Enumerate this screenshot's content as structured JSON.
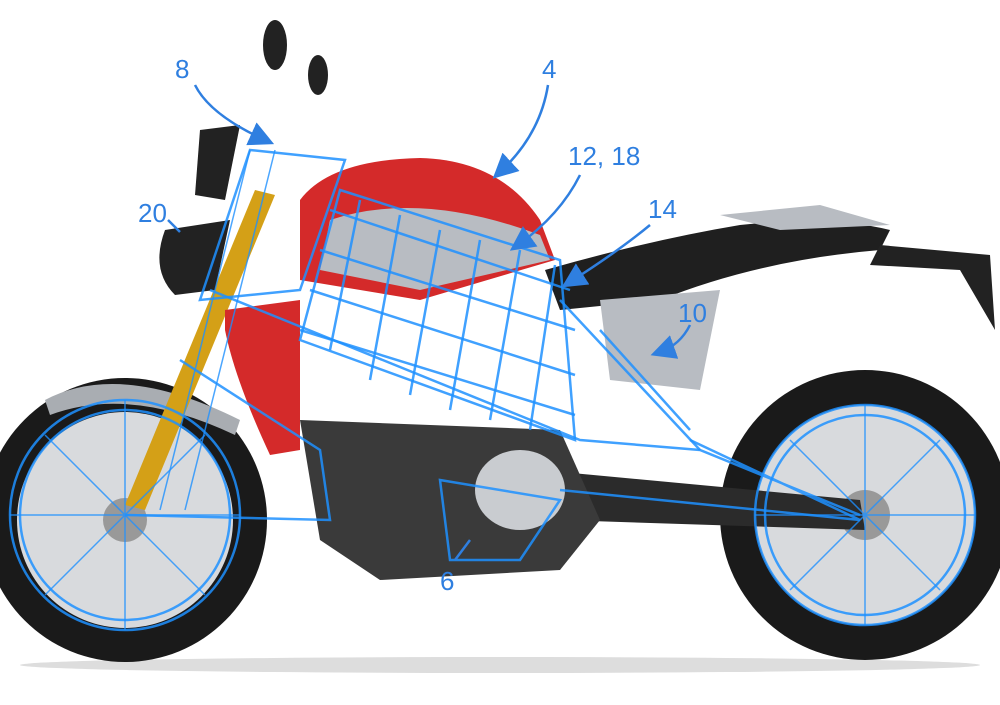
{
  "figure": {
    "labels": {
      "l8": "8",
      "l4": "4",
      "l12_18": "12, 18",
      "l14": "14",
      "l20": "20",
      "l10": "10",
      "l6": "6"
    }
  },
  "colors": {
    "overlay": "#1e90ff",
    "label": "#2f7fe0",
    "tank_red": "#d42a2a",
    "tire": "#1a1a1a",
    "silver": "#b8bcc2"
  }
}
